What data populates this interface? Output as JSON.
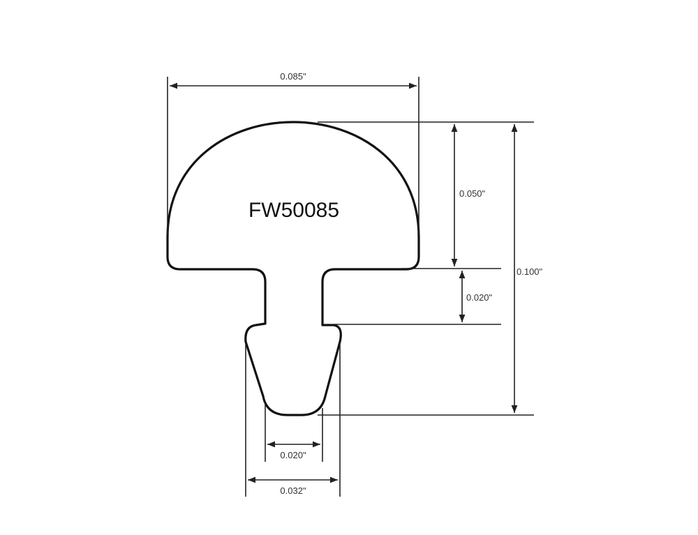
{
  "part_number": "FW50085",
  "dimensions": {
    "crown_width": "0.085\"",
    "crown_height": "0.050\"",
    "total_height": "0.100\"",
    "tang_height": "0.020\"",
    "tang_width": "0.020\"",
    "barb_width": "0.032\""
  },
  "colors": {
    "line": "#111111",
    "background": "#ffffff"
  }
}
